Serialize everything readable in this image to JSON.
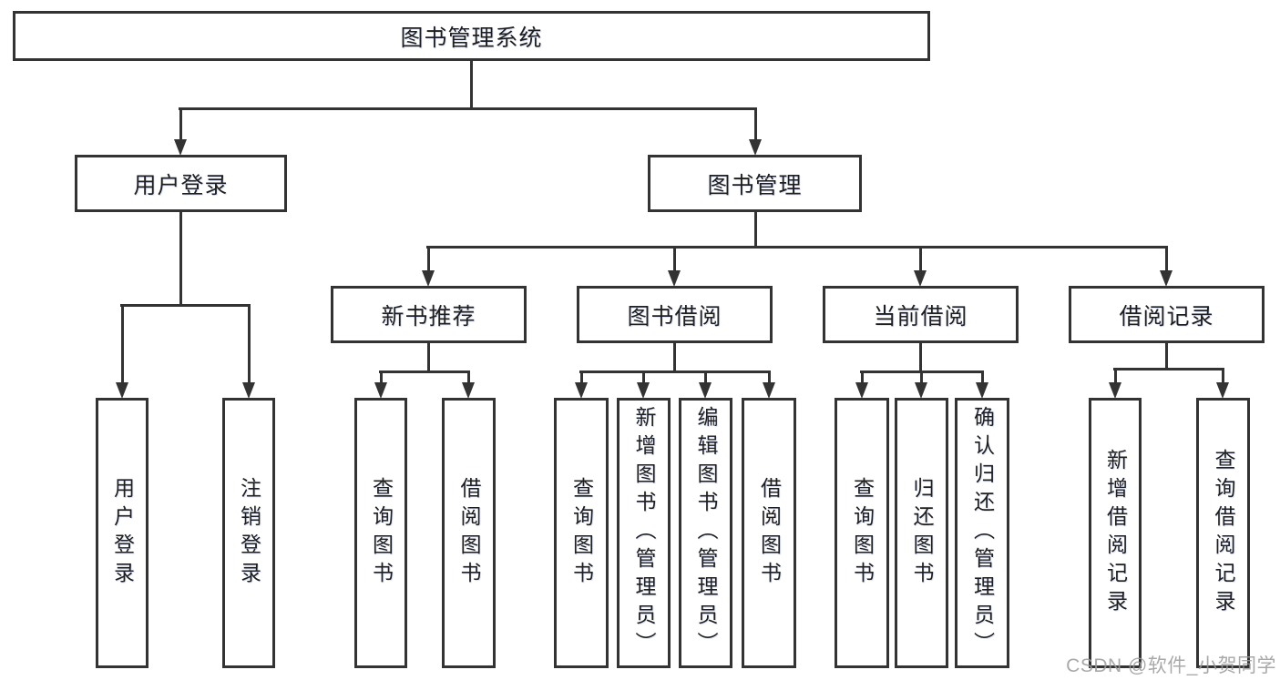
{
  "tree": {
    "label": "图书管理系统",
    "children": [
      {
        "label": "用户登录",
        "children": [
          {
            "label": "用户登录"
          },
          {
            "label": "注销登录"
          }
        ]
      },
      {
        "label": "图书管理",
        "children": [
          {
            "label": "新书推荐",
            "children": [
              {
                "label": "查询图书"
              },
              {
                "label": "借阅图书"
              }
            ]
          },
          {
            "label": "图书借阅",
            "children": [
              {
                "label": "查询图书"
              },
              {
                "label": "新增图书（管理员）"
              },
              {
                "label": "编辑图书（管理员）"
              },
              {
                "label": "借阅图书"
              }
            ]
          },
          {
            "label": "当前借阅",
            "children": [
              {
                "label": "查询图书"
              },
              {
                "label": "归还图书"
              },
              {
                "label": "确认归还（管理员）"
              }
            ]
          },
          {
            "label": "借阅记录",
            "children": [
              {
                "label": "新增借阅记录"
              },
              {
                "label": "查询借阅记录"
              }
            ]
          }
        ]
      }
    ]
  },
  "watermark": "CSDN @软件_小贺同学",
  "colors": {
    "line": "#333333",
    "text": "#1f1f1f",
    "background": "#ffffff",
    "watermark": "#9b9b9b"
  }
}
